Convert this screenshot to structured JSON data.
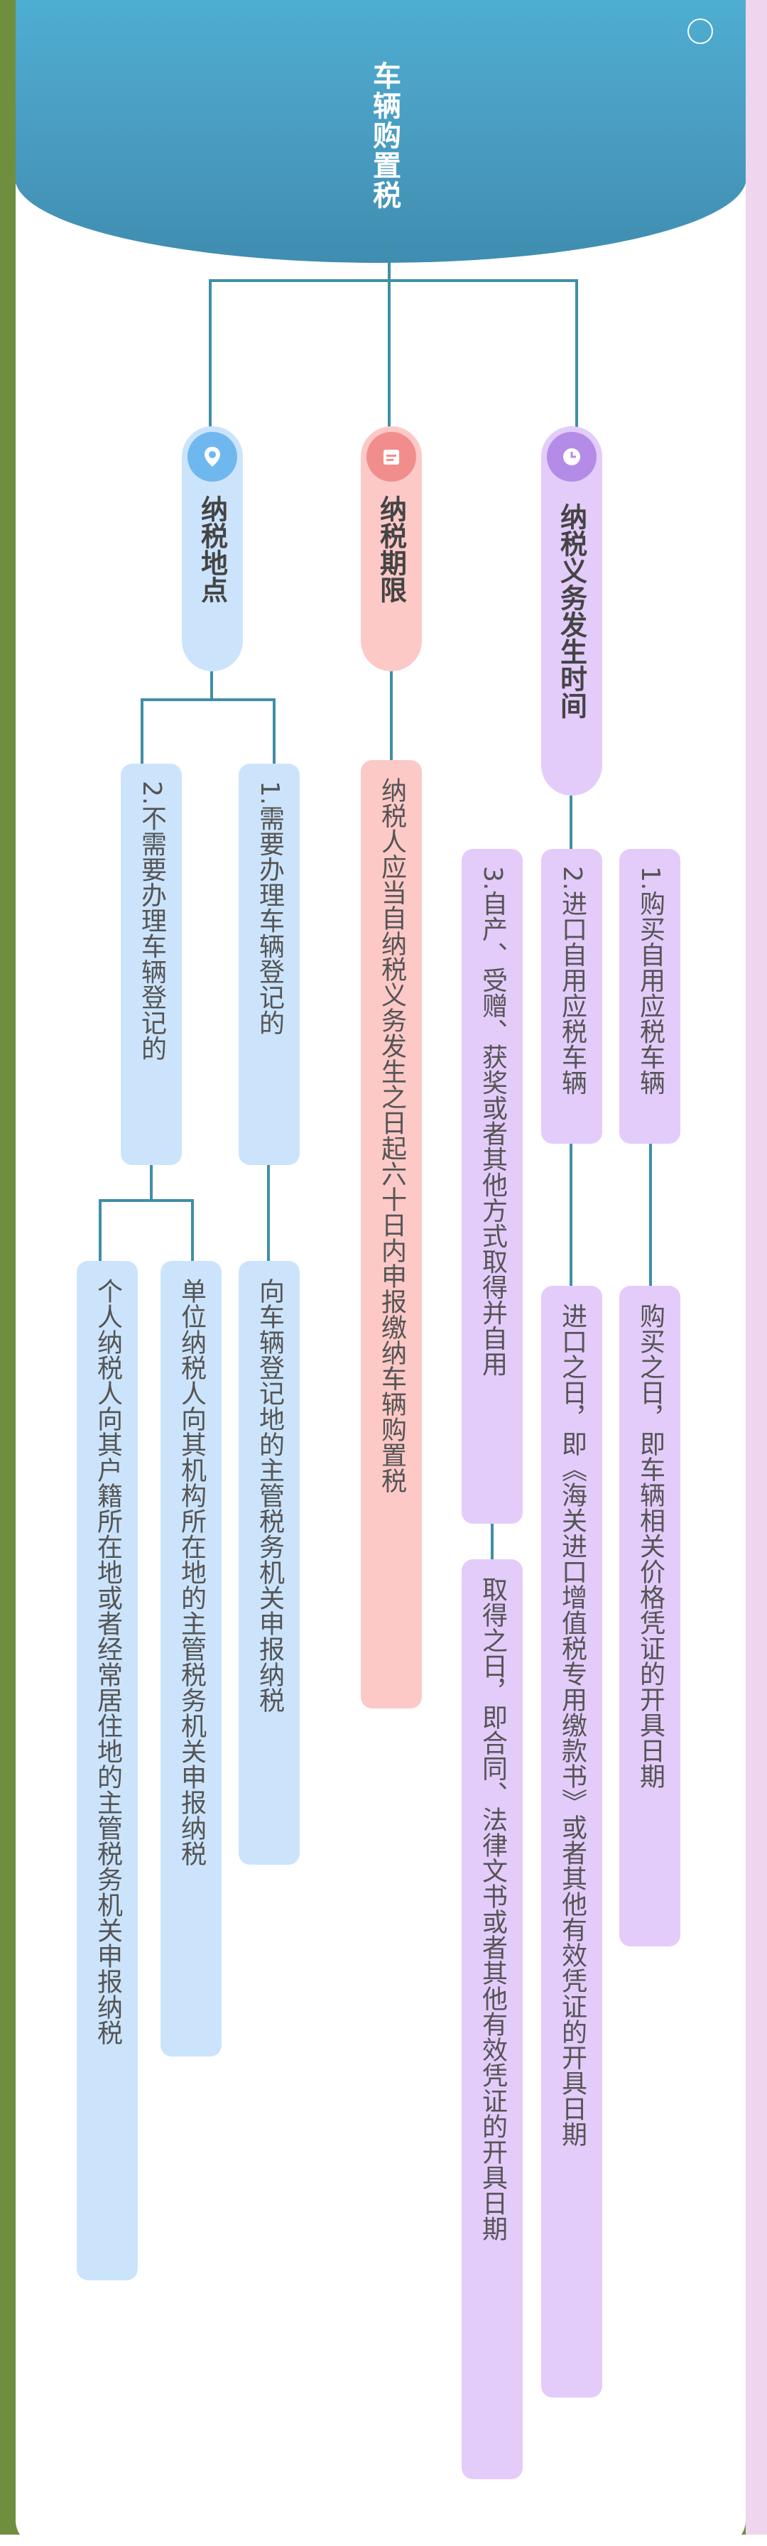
{
  "title": "车辆购置税",
  "branches": {
    "location": {
      "label": "纳税地点",
      "icon": "location-pin-icon",
      "items": {
        "need_reg": {
          "label": "1.需要办理车辆登记的",
          "detail": "向车辆登记地的主管税务机关申报纳税"
        },
        "no_reg": {
          "label": "2.不需要办理车辆登记的",
          "details": [
            "单位纳税人向其机构所在地的主管税务机关申报纳税",
            "个人纳税人向其户籍所在地或者经常居住地的主管税务机关申报纳税"
          ]
        }
      }
    },
    "deadline": {
      "label": "纳税期限",
      "icon": "calendar-icon",
      "detail": "纳税人应当自纳税义务发生之日起六十日内申报缴纳车辆购置税"
    },
    "time": {
      "label": "纳税义务发生时间",
      "icon": "clock-icon",
      "items": {
        "purchase": {
          "label": "1.购买自用应税车辆",
          "detail": "购买之日，即车辆相关价格凭证的开具日期"
        },
        "import": {
          "label": "2.进口自用应税车辆",
          "detail": "进口之日，即《海关进口增值税专用缴款书》或者其他有效凭证的开具日期"
        },
        "self": {
          "label": "3.自产、受赠、获奖或者其他方式取得并自用",
          "detail": "取得之日，即合同、法律文书或者其他有效凭证的开具日期"
        }
      }
    }
  },
  "colors": {
    "header": "#4a9ec2",
    "line": "#3f8fa6",
    "blue": "#cce4fb",
    "red": "#fcc9c7",
    "purple": "#e3ccfa",
    "icon_blue": "#6fb7ef",
    "icon_red": "#f28d8d",
    "icon_purple": "#b58be8"
  }
}
